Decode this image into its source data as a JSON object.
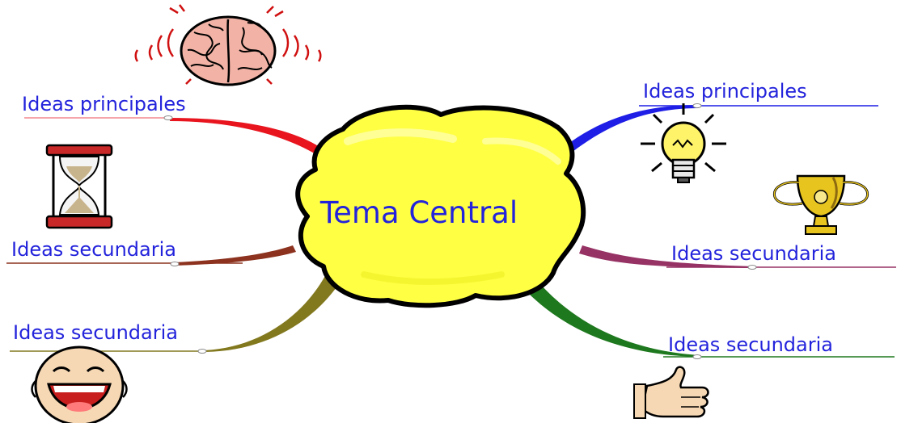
{
  "center": {
    "label": "Tema Central",
    "fill_color": "#ffff44",
    "outline_color": "#000000",
    "text_color": "#2323dc"
  },
  "branches": [
    {
      "id": "top-left",
      "label": "Ideas principales",
      "color": "#e8141e",
      "icon": "brain-icon"
    },
    {
      "id": "top-right",
      "label": "Ideas principales",
      "color": "#1e1ee6",
      "icon": "lightbulb-icon"
    },
    {
      "id": "mid-left",
      "label": "Ideas secundaria",
      "color": "#8c321e",
      "icon": "hourglass-icon"
    },
    {
      "id": "mid-right",
      "label": "Ideas secundaria",
      "color": "#963264",
      "icon": "trophy-icon"
    },
    {
      "id": "bottom-left",
      "label": "Ideas secundaria",
      "color": "#82781e",
      "icon": "laughing-face-icon"
    },
    {
      "id": "bottom-right",
      "label": "Ideas secundaria",
      "color": "#1e781e",
      "icon": "thumbs-up-icon"
    }
  ]
}
